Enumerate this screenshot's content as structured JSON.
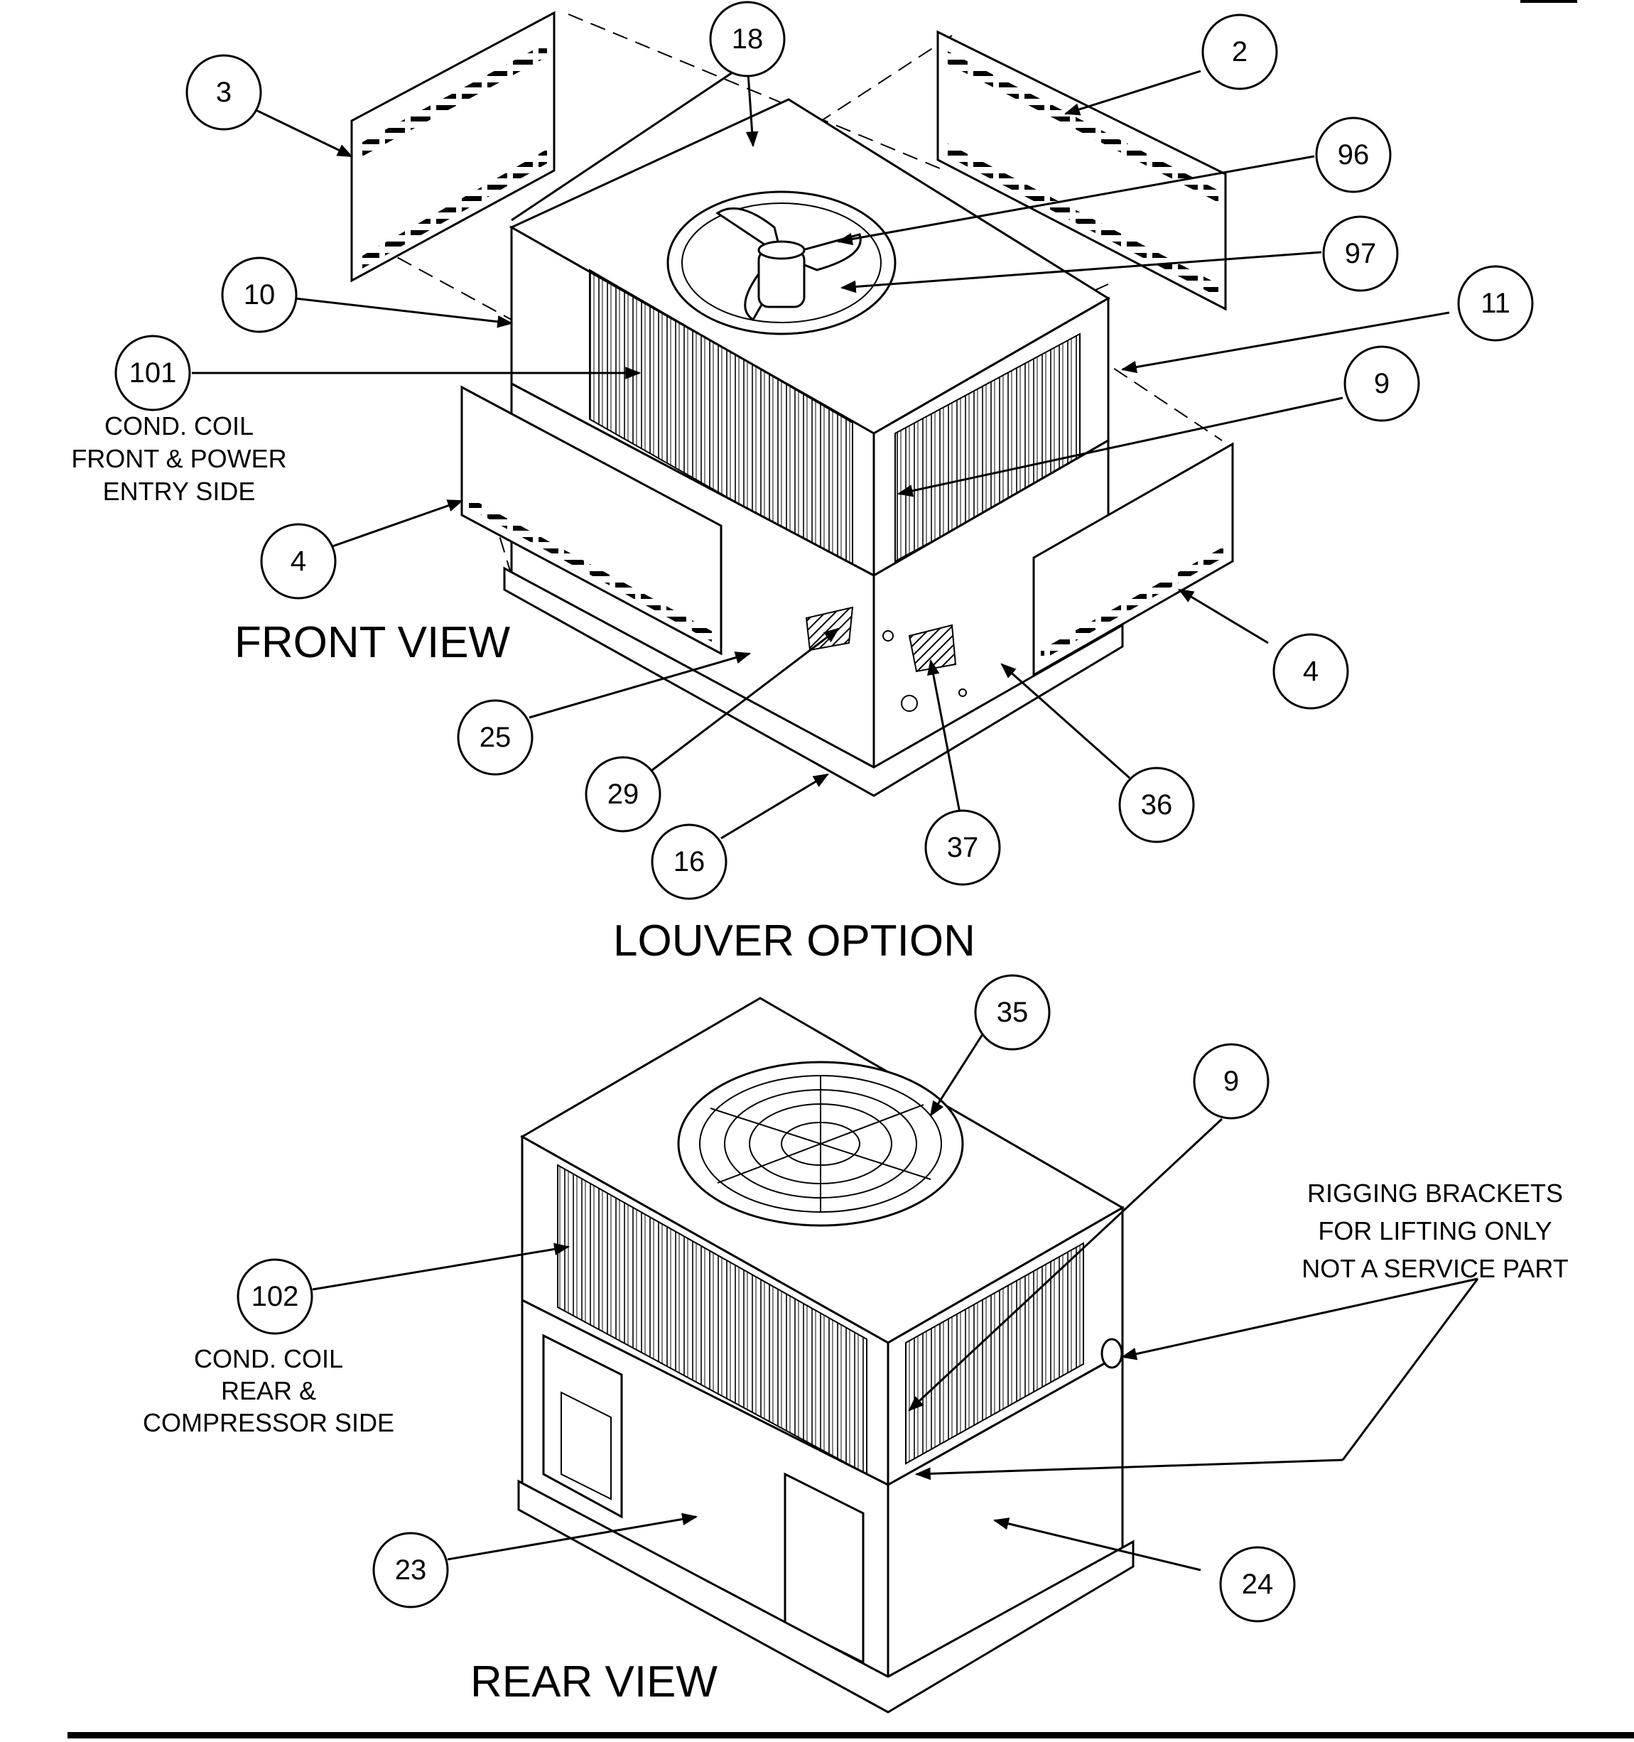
{
  "views": {
    "front": "FRONT VIEW",
    "louver": "LOUVER OPTION",
    "rear": "REAR VIEW"
  },
  "notes": {
    "front_coil": [
      "COND. COIL",
      "FRONT & POWER",
      "ENTRY SIDE"
    ],
    "rear_coil": [
      "COND. COIL",
      "REAR &",
      "COMPRESSOR SIDE"
    ],
    "rigging": [
      "RIGGING BRACKETS",
      "FOR LIFTING ONLY",
      "NOT A SERVICE PART"
    ]
  },
  "callouts": {
    "c3": "3",
    "c18": "18",
    "c2": "2",
    "c96": "96",
    "c97": "97",
    "c10": "10",
    "c11": "11",
    "c101": "101",
    "c9a": "9",
    "c4a": "4",
    "c4b": "4",
    "c25": "25",
    "c29": "29",
    "c16": "16",
    "c37": "37",
    "c36": "36",
    "c35": "35",
    "c9b": "9",
    "c102": "102",
    "c23": "23",
    "c24": "24"
  }
}
